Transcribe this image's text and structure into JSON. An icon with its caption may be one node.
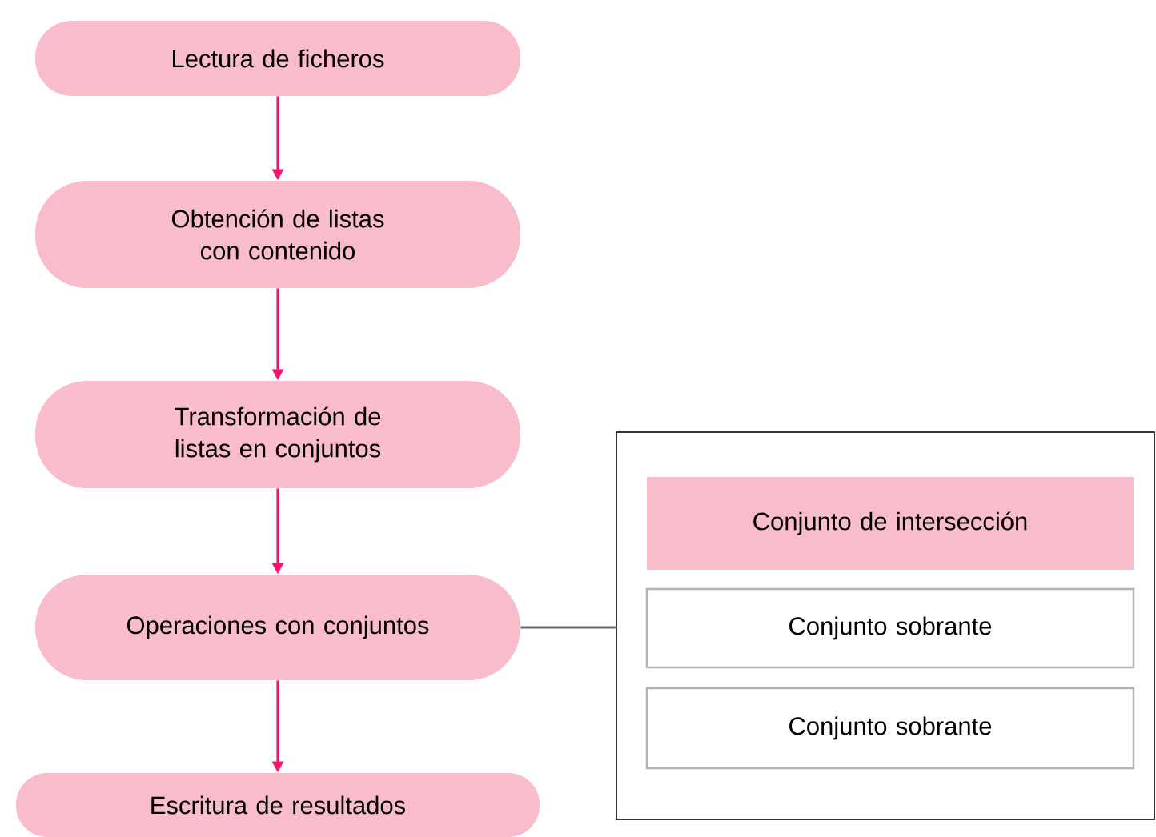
{
  "diagram": {
    "nodes": [
      {
        "text": [
          "Lectura de ficheros"
        ]
      },
      {
        "text": [
          "Obtención de listas con contenido"
        ]
      },
      {
        "text": [
          "Transformación de listas en conjuntos"
        ]
      },
      {
        "text": [
          "Operaciones con conjuntos"
        ]
      },
      {
        "text": [
          "Escritura de resultados"
        ]
      },
      {
        "text": [],
        "shape": "box"
      },
      {
        "text": [
          "Conjunto de intersección"
        ],
        "in": 5
      },
      {
        "text": [
          "Conjunto sobrante"
        ],
        "in": 5
      },
      {
        "text": [
          "Conjunto sobrante"
        ],
        "in": 5
      }
    ],
    "edges": [
      {
        "from": 0,
        "to": 1,
        "arrow": "to"
      },
      {
        "from": 1,
        "to": 2,
        "arrow": "to"
      },
      {
        "from": 2,
        "to": 3,
        "arrow": "to"
      },
      {
        "from": 3,
        "to": 4,
        "arrow": "to"
      },
      {
        "from": 3,
        "to": 5,
        "arrow": "none",
        "color": "#6b6b6b"
      }
    ]
  }
}
